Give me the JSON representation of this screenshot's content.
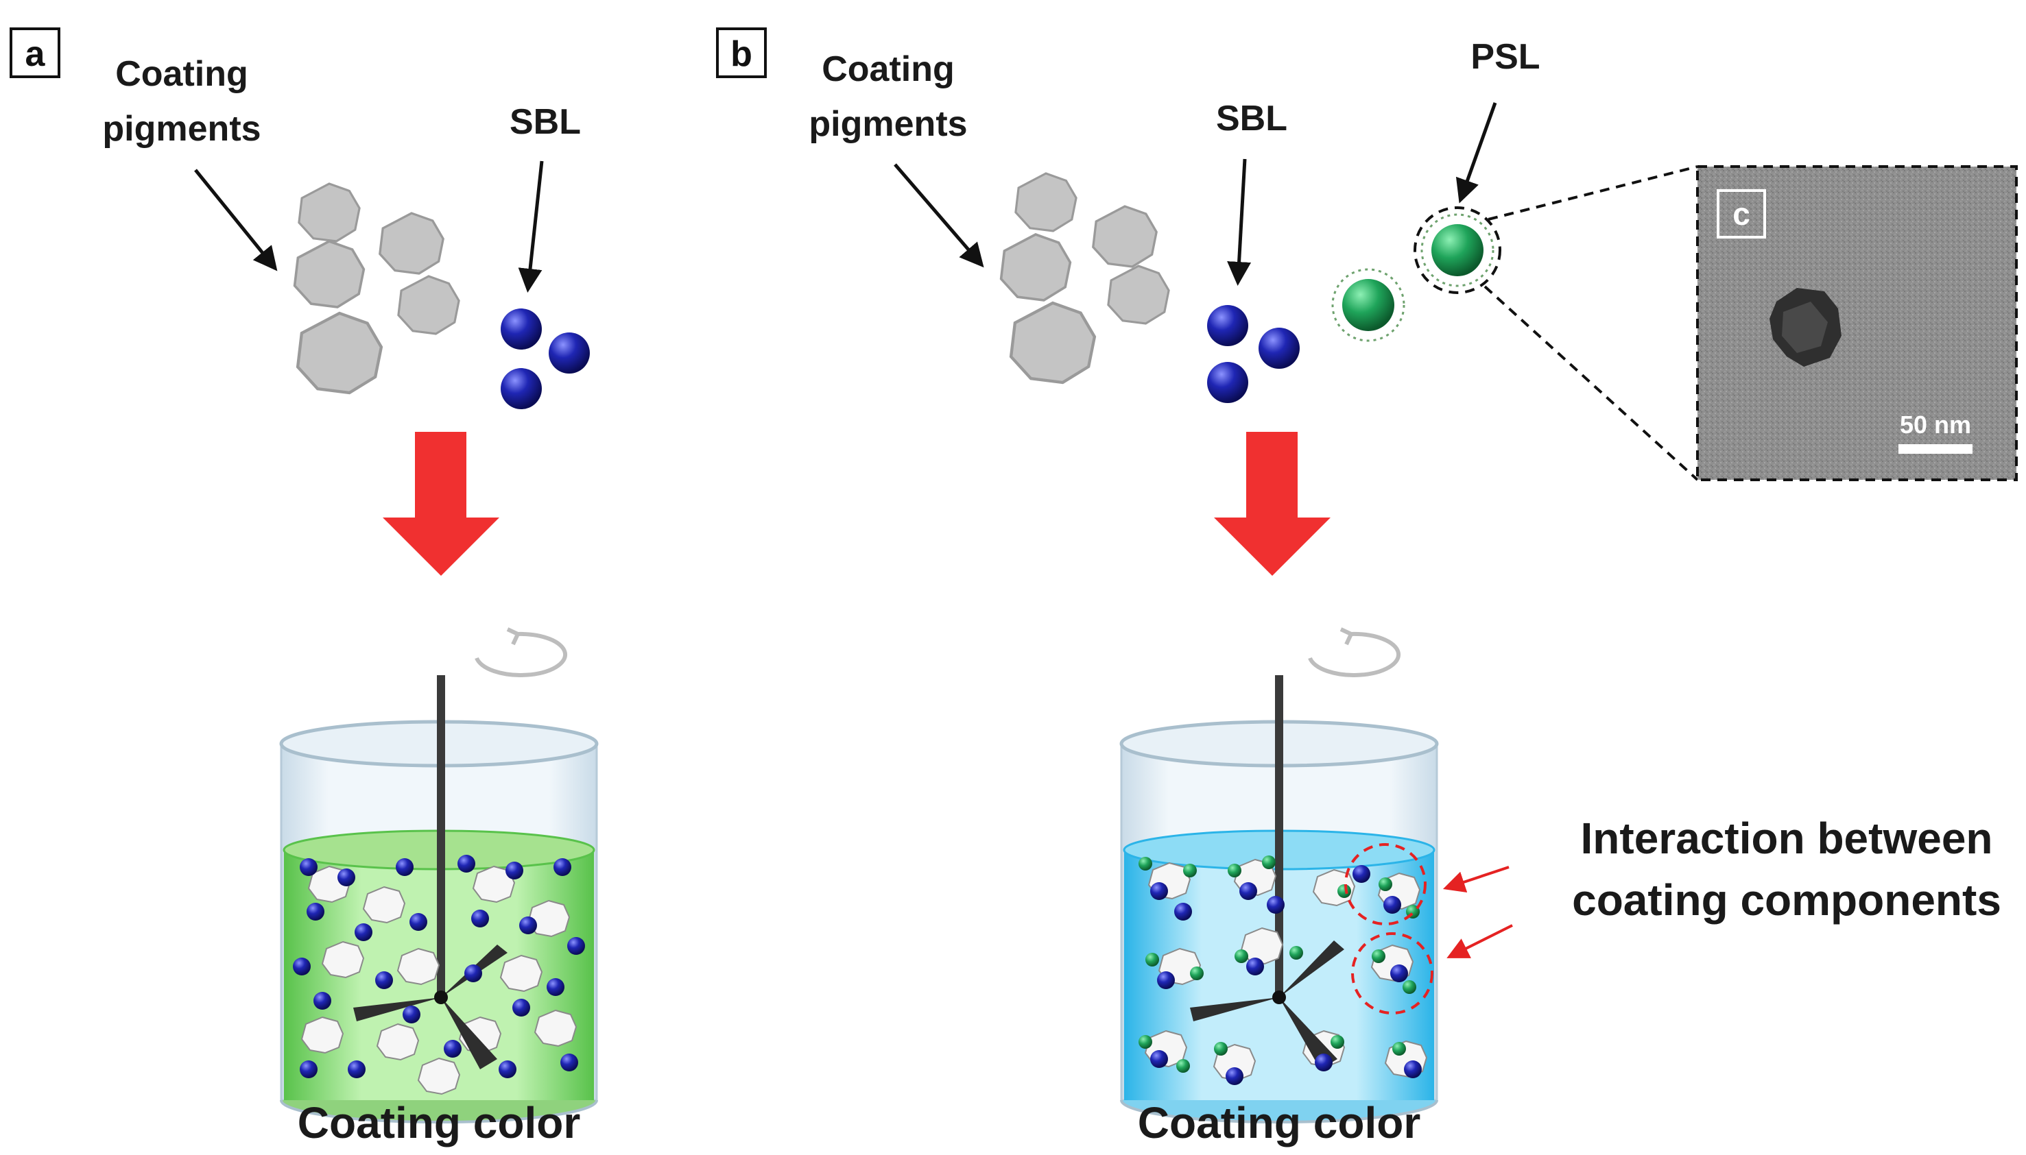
{
  "panels": {
    "a": {
      "letter": "a",
      "pigments_label": [
        "Coating",
        "pigments"
      ],
      "sbl_label": "SBL",
      "result_label": "Coating color",
      "liquid_color": "#7cd46a"
    },
    "b": {
      "letter": "b",
      "pigments_label": [
        "Coating",
        "pigments"
      ],
      "sbl_label": "SBL",
      "psl_label": "PSL",
      "result_label": "Coating color",
      "liquid_color": "#4cc6ee",
      "interaction_label": [
        "Interaction between",
        "coating components"
      ]
    },
    "c": {
      "letter": "c",
      "scale_bar": "50 nm"
    }
  },
  "colors": {
    "arrow_red": "#f03030",
    "sbl_blue": "#1a1f9a",
    "psl_green": "#1fa45a",
    "pigment_gray": "#c4c4c4",
    "highlight_red": "#e52222"
  }
}
